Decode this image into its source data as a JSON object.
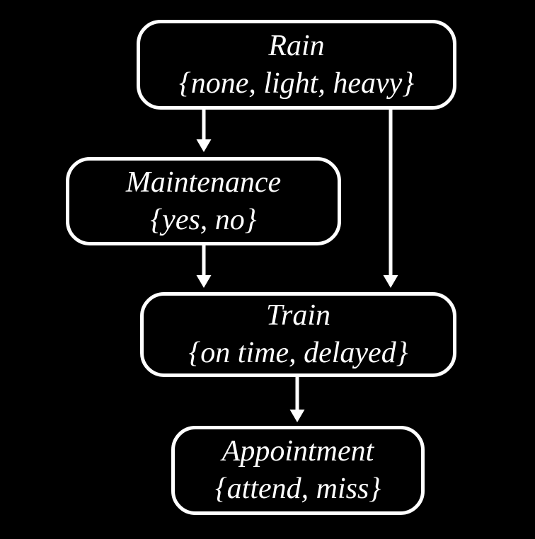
{
  "diagram": {
    "type": "bayesian-network",
    "colors": {
      "background": "#000000",
      "node_border": "#ffffff",
      "node_fill": "#000000",
      "text": "#ffffff",
      "arrow": "#ffffff"
    },
    "nodes": [
      {
        "id": "rain",
        "name": "Rain",
        "values": "{none, light, heavy}"
      },
      {
        "id": "maintenance",
        "name": "Maintenance",
        "values": "{yes, no}"
      },
      {
        "id": "train",
        "name": "Train",
        "values": "{on time, delayed}"
      },
      {
        "id": "appointment",
        "name": "Appointment",
        "values": "{attend, miss}"
      }
    ],
    "edges": [
      {
        "from": "Rain",
        "to": "Maintenance"
      },
      {
        "from": "Rain",
        "to": "Train"
      },
      {
        "from": "Maintenance",
        "to": "Train"
      },
      {
        "from": "Train",
        "to": "Appointment"
      }
    ]
  }
}
